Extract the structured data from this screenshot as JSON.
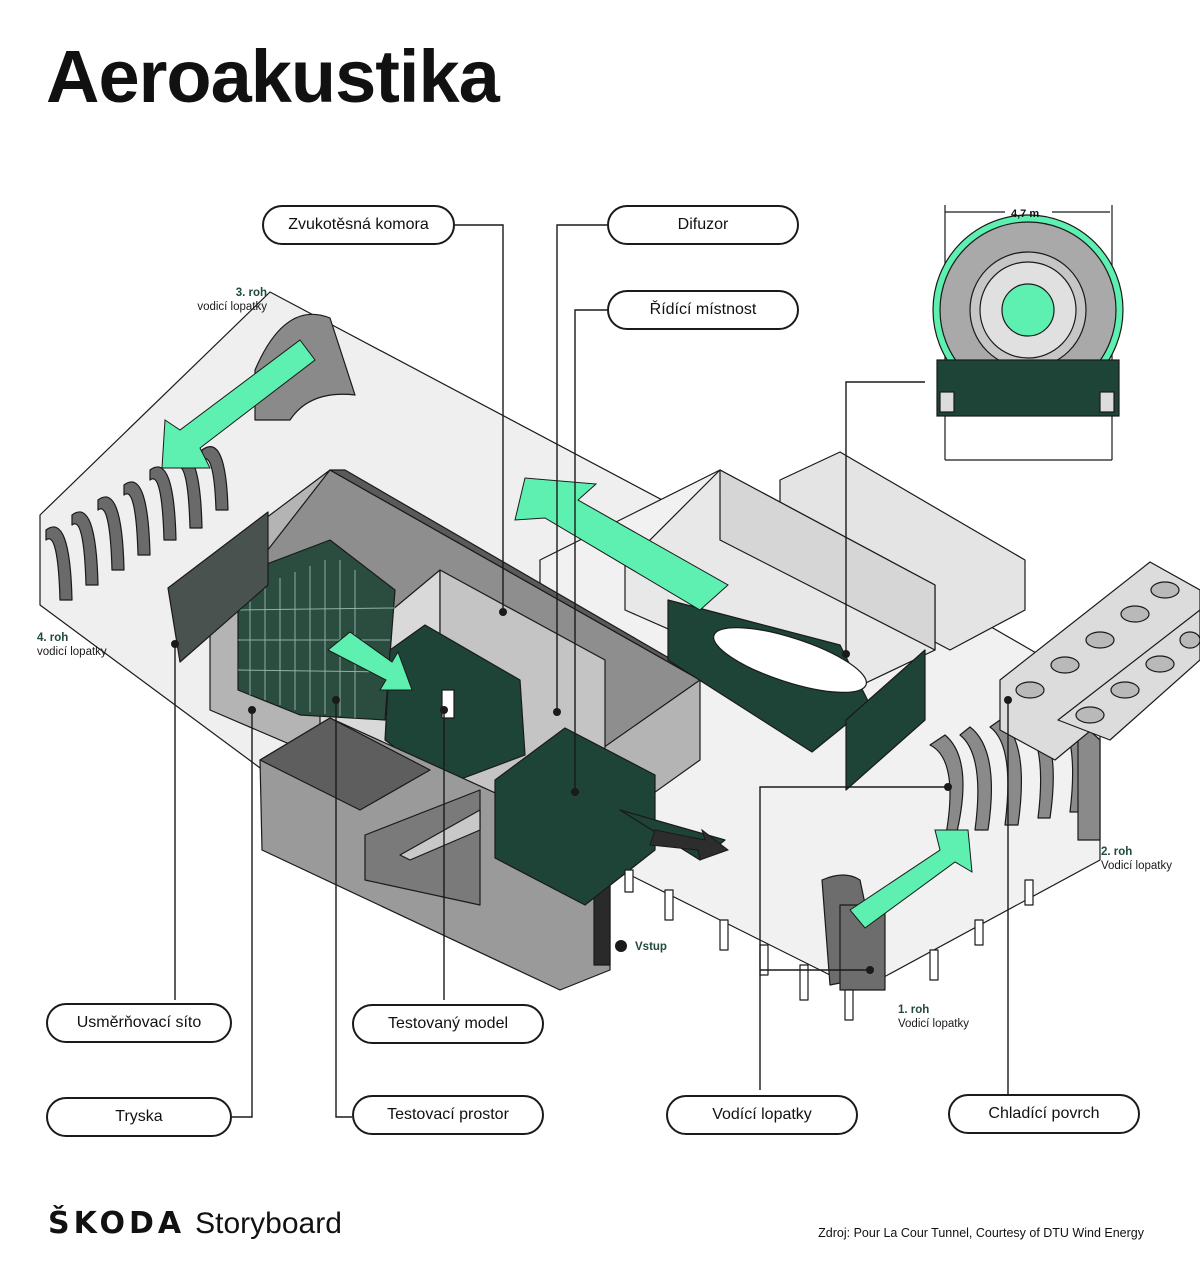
{
  "title": "Aeroakustika",
  "labels": {
    "zvukotesna_komora": "Zvukotěsná komora",
    "difuzor": "Difuzor",
    "ridici_mistnost": "Řídící místnost",
    "usmernovaci_sito": "Usměrňovací síto",
    "tryska": "Tryska",
    "testovany_model": "Testovaný model",
    "testovaci_prostor": "Testovací prostor",
    "vodici_lopatky": "Vodící lopatky",
    "chladici_povrch": "Chladící povrch"
  },
  "corners": {
    "roh3_title": "3. roh",
    "roh3_sub": "vodicí lopatky",
    "roh4_title": "4. roh",
    "roh4_sub": "vodicí lopatky",
    "roh2_title": "2. roh",
    "roh2_sub": "Vodicí lopatky",
    "roh1_title": "1. roh",
    "roh1_sub": "Vodicí lopatky"
  },
  "fan_diameter": "4,7 m",
  "entrance": "Vstup",
  "brand": {
    "logo": "ŠKODA",
    "name": "Storyboard"
  },
  "source": "Zdroj: Pour La Cour Tunnel, Courtesy of DTU Wind Energy",
  "colors": {
    "accent_mint": "#5ef0b0",
    "dark_green": "#1e4337",
    "light_gray": "#e9e9e9",
    "mid_gray": "#a9a9a9",
    "dark_gray": "#6d6d6d"
  }
}
